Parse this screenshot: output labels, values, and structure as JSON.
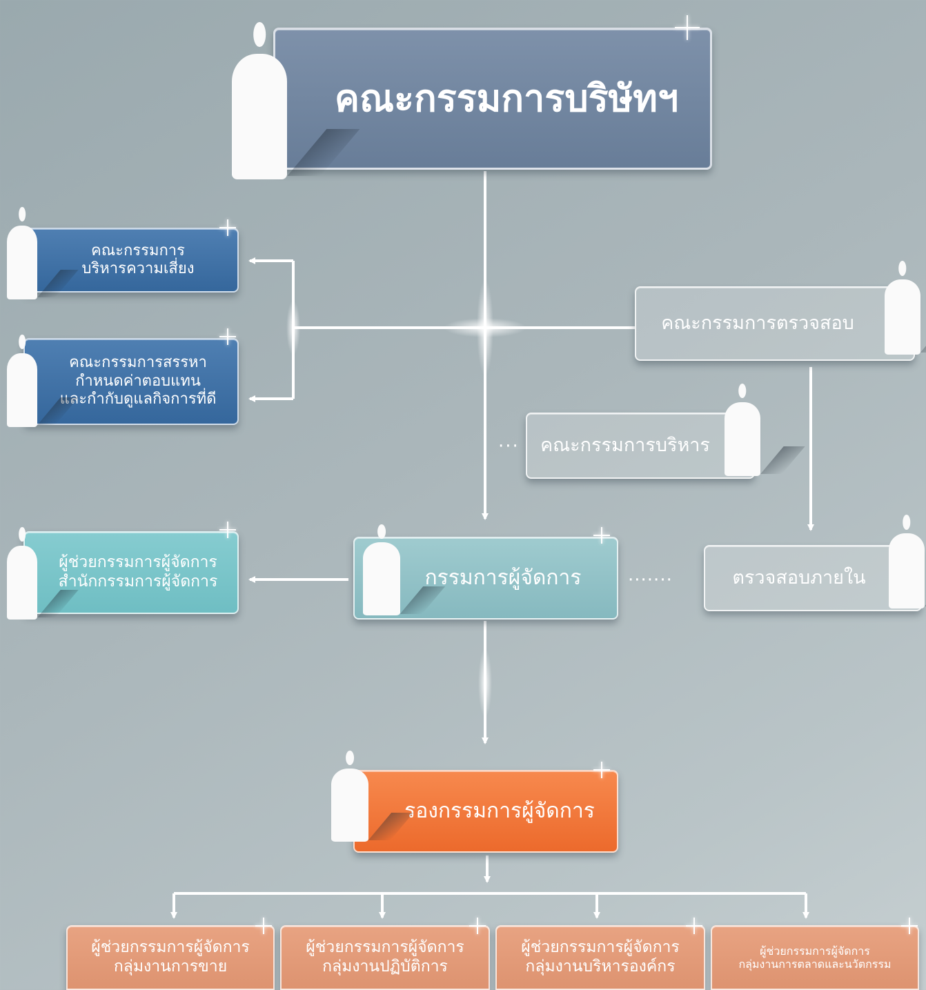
{
  "colors": {
    "board": "#6f84a0",
    "committee_blue": "#3f72a8",
    "glass": "#ffffff29",
    "teal": "#7cc6ca",
    "teal_main": "#92c2c7",
    "orange": "#f27637",
    "salmon": "#e29b78",
    "connector": "#ffffff"
  },
  "nodes": {
    "board": "คณะกรรมการบริษัทฯ",
    "risk_committee": "คณะกรรมการ\nบริหารความเสี่ยง",
    "nomination_committee": "คณะกรรมการสรรหา\nกำหนดค่าตอบแทน\nและกำกับดูแลกิจการที่ดี",
    "audit_committee": "คณะกรรมการตรวจสอบ",
    "executive_committee": "คณะกรรมการบริหาร",
    "ceo_office_assistant": "ผู้ช่วยกรรมการผู้จัดการ\nสำนักกรรมการผู้จัดการ",
    "managing_director": "กรรมการผู้จัดการ",
    "internal_audit": "ตรวจสอบภายใน",
    "deputy_md": "รองกรรมการผู้จัดการ",
    "sales_assistant": "ผู้ช่วยกรรมการผู้จัดการ\nกลุ่มงานการขาย",
    "operations_assistant": "ผู้ช่วยกรรมการผู้จัดการ\nกลุ่มงานปฏิบัติการ",
    "org_admin_assistant": "ผู้ช่วยกรรมการผู้จัดการ\nกลุ่มงานบริหารองค์กร",
    "marketing_assistant": "ผู้ช่วยกรรมการผู้จัดการ\nกลุ่มงานการตลาดและนวัตกรรม"
  }
}
